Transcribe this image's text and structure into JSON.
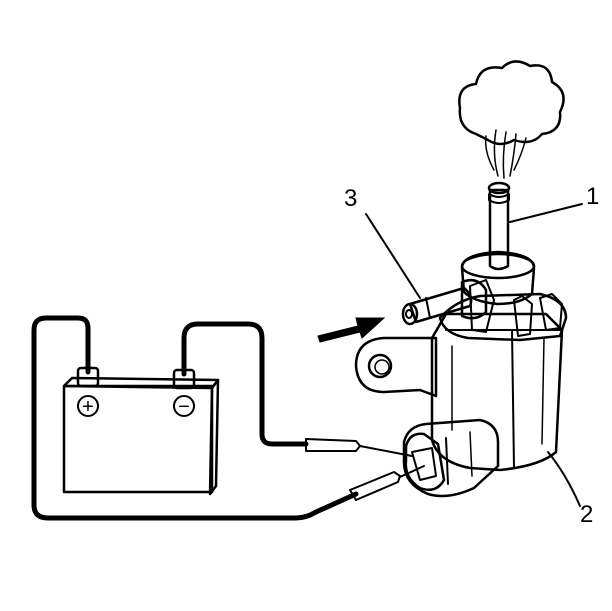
{
  "callouts": {
    "one": "1",
    "two": "2",
    "three": "3"
  },
  "battery": {
    "positive_symbol": "+",
    "negative_symbol": "−"
  },
  "colors": {
    "ink": "#000000",
    "paper": "#ffffff"
  }
}
